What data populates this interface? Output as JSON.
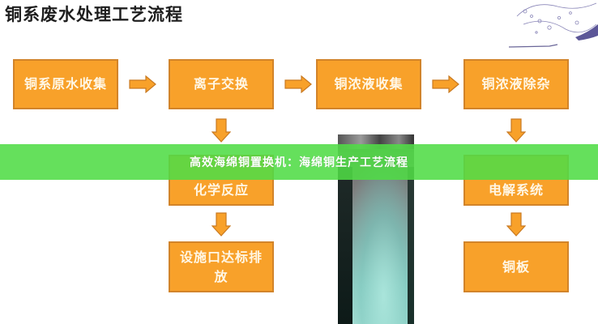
{
  "title": "铜系废水处理工艺流程",
  "banner": {
    "text": "高效海绵铜置换机：海绵铜生产工艺流程",
    "color": "#5cdc4c"
  },
  "colors": {
    "box_fill": "#f8a12a",
    "box_border": "#d2842a",
    "box_text": "#fff7e6"
  },
  "flow": {
    "nodes": [
      {
        "id": "n1",
        "label": "铜系原水收集"
      },
      {
        "id": "n2",
        "label": "离子交换"
      },
      {
        "id": "n3",
        "label": "铜浓液收集"
      },
      {
        "id": "n4",
        "label": "铜浓液除杂"
      },
      {
        "id": "n5",
        "label": "化学反应"
      },
      {
        "id": "n6",
        "label": "设施口达标排放"
      },
      {
        "id": "n7",
        "label": "电解系统"
      },
      {
        "id": "n8",
        "label": "铜板"
      }
    ],
    "edges": [
      {
        "from": "n1",
        "to": "n2",
        "direction": "right"
      },
      {
        "from": "n2",
        "to": "n3",
        "direction": "right"
      },
      {
        "from": "n3",
        "to": "n4",
        "direction": "right"
      },
      {
        "from": "n2",
        "to": "n5",
        "direction": "down"
      },
      {
        "from": "n5",
        "to": "n6",
        "direction": "down"
      },
      {
        "from": "n4",
        "to": "n7",
        "direction": "down"
      },
      {
        "from": "n7",
        "to": "n8",
        "direction": "down"
      }
    ]
  },
  "images": {
    "photo": "sponge-copper-photo",
    "decoration": "water-splash"
  }
}
